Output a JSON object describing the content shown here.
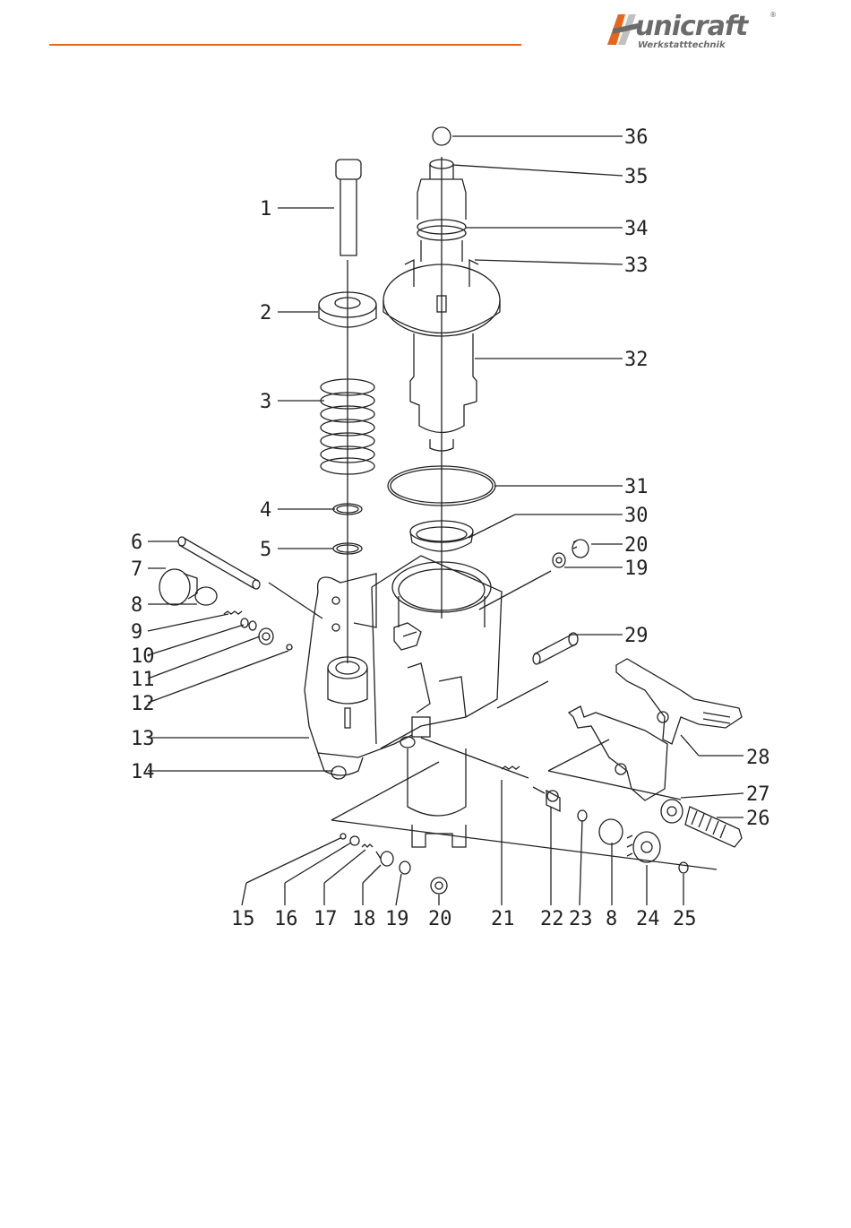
{
  "brand": {
    "name": "unicraft",
    "tagline": "Werkstatttechnik",
    "registered": "®",
    "accent_color": "#e8661c",
    "logo_grey": "#6b6b6b"
  },
  "callouts": [
    {
      "id": "c36",
      "label": "36"
    },
    {
      "id": "c35",
      "label": "35"
    },
    {
      "id": "c34",
      "label": "34"
    },
    {
      "id": "c33",
      "label": "33"
    },
    {
      "id": "c32",
      "label": "32"
    },
    {
      "id": "c31",
      "label": "31"
    },
    {
      "id": "c30",
      "label": "30"
    },
    {
      "id": "c20r",
      "label": "20"
    },
    {
      "id": "c19r",
      "label": "19"
    },
    {
      "id": "c29",
      "label": "29"
    },
    {
      "id": "c28",
      "label": "28"
    },
    {
      "id": "c27",
      "label": "27"
    },
    {
      "id": "c26",
      "label": "26"
    },
    {
      "id": "c1",
      "label": "1"
    },
    {
      "id": "c2",
      "label": "2"
    },
    {
      "id": "c3",
      "label": "3"
    },
    {
      "id": "c4",
      "label": "4"
    },
    {
      "id": "c5",
      "label": "5"
    },
    {
      "id": "c6",
      "label": "6"
    },
    {
      "id": "c7",
      "label": "7"
    },
    {
      "id": "c8l",
      "label": "8"
    },
    {
      "id": "c9",
      "label": "9"
    },
    {
      "id": "c10",
      "label": "10"
    },
    {
      "id": "c11",
      "label": "11"
    },
    {
      "id": "c12",
      "label": "12"
    },
    {
      "id": "c13",
      "label": "13"
    },
    {
      "id": "c14",
      "label": "14"
    },
    {
      "id": "c15",
      "label": "15"
    },
    {
      "id": "c16",
      "label": "16"
    },
    {
      "id": "c17",
      "label": "17"
    },
    {
      "id": "c18",
      "label": "18"
    },
    {
      "id": "c19b",
      "label": "19"
    },
    {
      "id": "c20b",
      "label": "20"
    },
    {
      "id": "c21",
      "label": "21"
    },
    {
      "id": "c22",
      "label": "22"
    },
    {
      "id": "c23",
      "label": "23"
    },
    {
      "id": "c8b",
      "label": "8"
    },
    {
      "id": "c24",
      "label": "24"
    },
    {
      "id": "c25",
      "label": "25"
    }
  ]
}
